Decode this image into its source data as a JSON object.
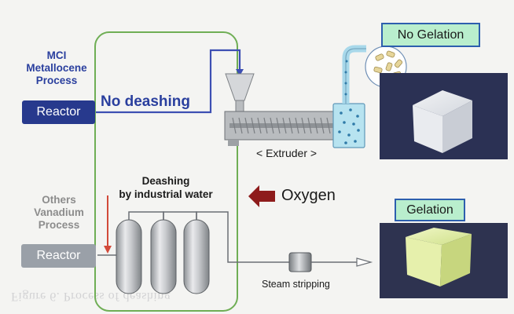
{
  "mci": {
    "title": [
      "MCI",
      "Metallocene",
      "Process"
    ],
    "reactor_label": "Reactor"
  },
  "others": {
    "title": [
      "Others",
      "Vanadium",
      "Process"
    ],
    "reactor_label": "Reactor"
  },
  "no_deashing_label": "No deashing",
  "deashing_label": [
    "Deashing",
    "by industrial water"
  ],
  "extruder_label": "< Extruder >",
  "oxygen_label": "Oxygen",
  "steam_stripping_label": "Steam stripping",
  "no_gelation_label": "No Gelation",
  "gelation_label": "Gelation",
  "faint_caption": "Figure 6. Process of deashing",
  "colors": {
    "frame_green": "#6fae55",
    "mci_blue": "#27398d",
    "line_blue": "#3d4fb3",
    "arrow_red": "#8e1c1c",
    "gray_reactor": "#9aa0a8"
  }
}
